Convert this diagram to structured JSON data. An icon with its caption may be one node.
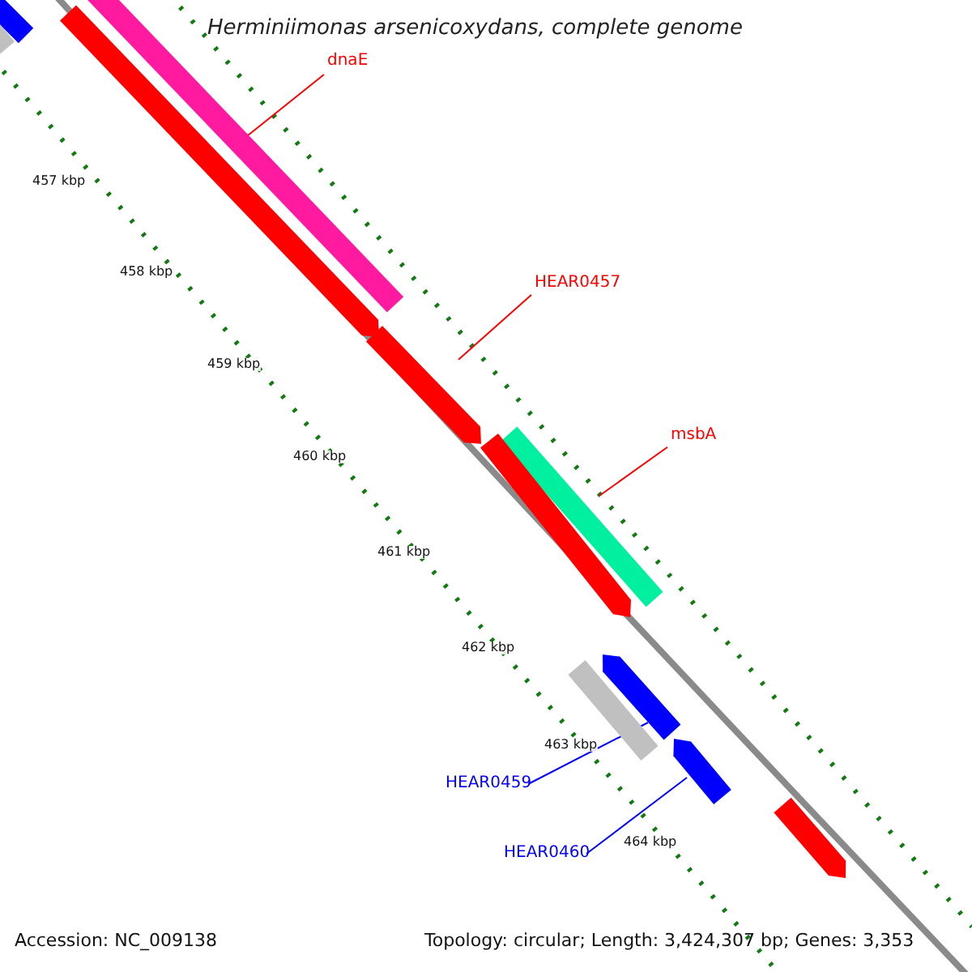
{
  "diagram": {
    "title": "Herminiimonas arsenicoxydans, complete genome",
    "nodes": [
      {
        "text": [
          "dnaE"
        ]
      },
      {
        "text": [],
        "shape": "bar"
      },
      {
        "text": [
          "HEAR0457"
        ]
      },
      {
        "text": [],
        "shape": "arrow"
      },
      {
        "text": [
          "msbA"
        ]
      },
      {
        "text": [],
        "shape": "bar"
      },
      {
        "text": [
          "HEAR0459"
        ]
      },
      {
        "text": [],
        "shape": "arrow"
      },
      {
        "text": [
          "HEAR0460"
        ]
      },
      {
        "text": [],
        "shape": "arrow"
      },
      {
        "text": [],
        "shape": "bar"
      },
      {
        "text": [],
        "shape": "bar"
      },
      {
        "text": [],
        "shape": "arrow"
      },
      {
        "text": [],
        "shape": "arrow"
      },
      {
        "text": [],
        "shape": "bar"
      },
      {
        "text": [],
        "shape": "arrow"
      }
    ],
    "edges": [
      {
        "from": 0,
        "to": 1,
        "arrow": "none"
      },
      {
        "from": 2,
        "to": 3,
        "arrow": "none"
      },
      {
        "from": 4,
        "to": 5,
        "arrow": "none"
      },
      {
        "from": 6,
        "to": 7,
        "arrow": "none",
        "color": "#0000ff"
      },
      {
        "from": 8,
        "to": 9,
        "arrow": "none",
        "color": "#0000ff"
      }
    ],
    "labels": [
      "457 kbp",
      "458 kbp",
      "459 kbp",
      "460 kbp",
      "461 kbp",
      "462 kbp",
      "463 kbp",
      "464 kbp",
      "Accession: NC_009138",
      "Topology: circular; Length: 3,424,307 bp; Genes: 3,353"
    ]
  }
}
